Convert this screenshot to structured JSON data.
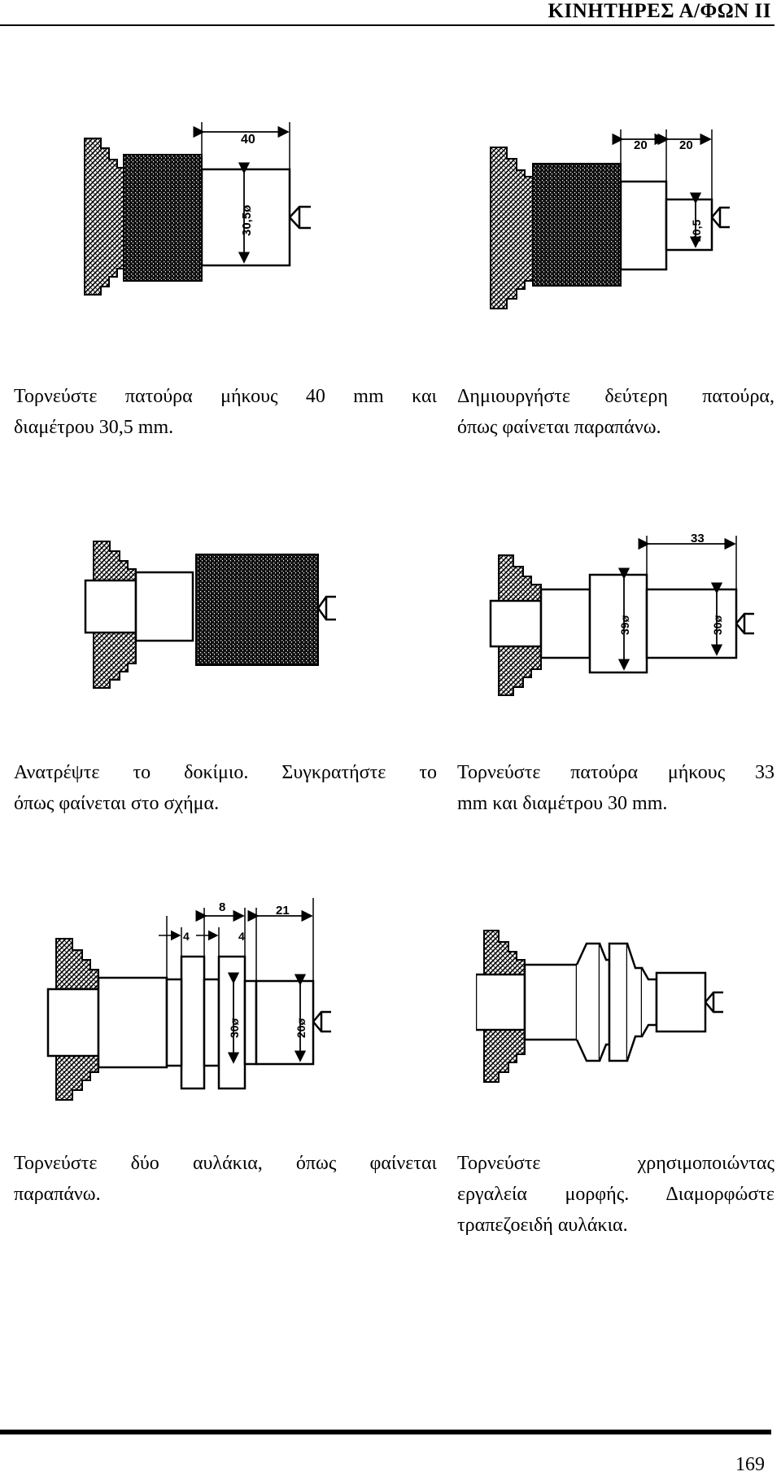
{
  "header": {
    "title": "ΚΙΝΗΤΗΡΕΣ Α/ΦΩΝ ΙΙ"
  },
  "figures": [
    {
      "labels": [
        "40",
        "30,5ø"
      ]
    },
    {
      "labels": [
        "20",
        "20",
        "20,5"
      ]
    },
    {
      "labels": []
    },
    {
      "labels": [
        "33",
        "39ø",
        "30ø"
      ]
    },
    {
      "labels": [
        "8",
        "21",
        "4",
        "4",
        "30ø",
        "20ø"
      ]
    },
    {
      "labels": []
    }
  ],
  "captions": [
    {
      "line1": "Τορνεύστε πατούρα μήκους 40 mm και",
      "line2": "διαμέτρου 30,5 mm."
    },
    {
      "line1": "Δημιουργήστε δεύτερη πατούρα,",
      "line2": "όπως φαίνεται παραπάνω."
    },
    {
      "line1": "Ανατρέψτε το δοκίμιο. Συγκρατήστε το",
      "line2": "όπως φαίνεται στο σχήμα."
    },
    {
      "line1": "Τορνεύστε πατούρα μήκους 33",
      "line2": "mm και διαμέτρου 30 mm."
    },
    {
      "line1": "Τορνεύστε δύο αυλάκια, όπως φαίνεται",
      "line2": "παραπάνω."
    },
    {
      "line1": "Τορνεύστε χρησιμοποιώντας",
      "line2": "εργαλεία μορφής. Διαμορφώστε",
      "line3": "τραπεζοειδή αυλάκια."
    }
  ],
  "footer": {
    "page_number": "169"
  }
}
